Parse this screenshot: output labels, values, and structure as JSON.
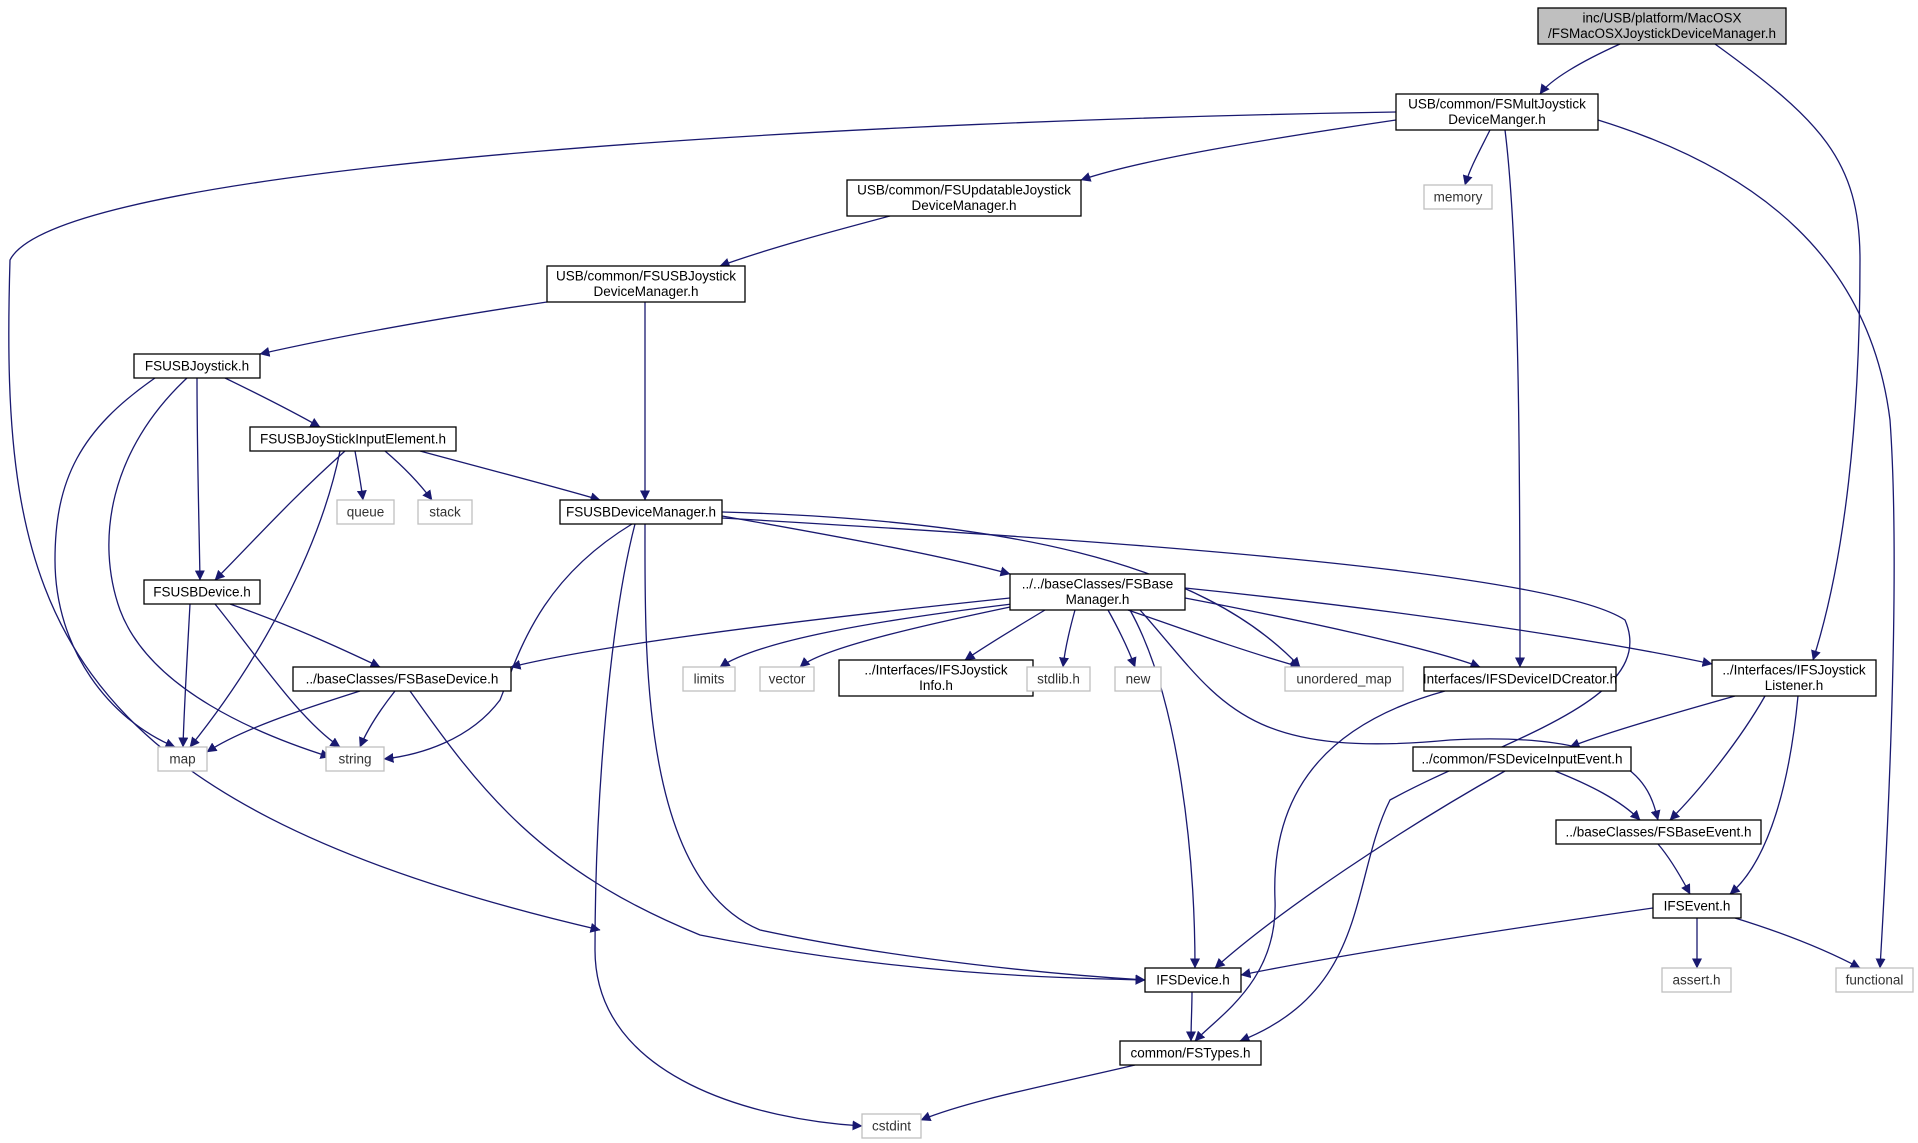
{
  "colors": {
    "edge": "#191970",
    "root_fill": "#bfbfbf",
    "node_border": "#000000",
    "external_border": "#bfbfbf",
    "background": "#ffffff"
  },
  "nodes": [
    {
      "id": "root",
      "lines": [
        "inc/USB/platform/MacOSX",
        "/FSMacOSXJoystickDeviceManager.h"
      ],
      "kind": "root"
    },
    {
      "id": "multjoy",
      "lines": [
        "USB/common/FSMultJoystick",
        "DeviceManger.h"
      ],
      "kind": "local"
    },
    {
      "id": "updatable",
      "lines": [
        "USB/common/FSUpdatableJoystick",
        "DeviceManager.h"
      ],
      "kind": "local"
    },
    {
      "id": "memory",
      "lines": [
        "memory"
      ],
      "kind": "external"
    },
    {
      "id": "usbjoymgr",
      "lines": [
        "USB/common/FSUSBJoystick",
        "DeviceManager.h"
      ],
      "kind": "local"
    },
    {
      "id": "usbjoystick",
      "lines": [
        "FSUSBJoystick.h"
      ],
      "kind": "local"
    },
    {
      "id": "inputelement",
      "lines": [
        "FSUSBJoyStickInputElement.h"
      ],
      "kind": "local"
    },
    {
      "id": "queue",
      "lines": [
        "queue"
      ],
      "kind": "external"
    },
    {
      "id": "stack",
      "lines": [
        "stack"
      ],
      "kind": "external"
    },
    {
      "id": "devicemanager",
      "lines": [
        "FSUSBDeviceManager.h"
      ],
      "kind": "local"
    },
    {
      "id": "usbdevice",
      "lines": [
        "FSUSBDevice.h"
      ],
      "kind": "local"
    },
    {
      "id": "basemanager",
      "lines": [
        "../../baseClasses/FSBase",
        "Manager.h"
      ],
      "kind": "local"
    },
    {
      "id": "basedevice",
      "lines": [
        "../baseClasses/FSBaseDevice.h"
      ],
      "kind": "local"
    },
    {
      "id": "limits",
      "lines": [
        "limits"
      ],
      "kind": "external"
    },
    {
      "id": "vector",
      "lines": [
        "vector"
      ],
      "kind": "external"
    },
    {
      "id": "joyinfo",
      "lines": [
        "../Interfaces/IFSJoystick",
        "Info.h"
      ],
      "kind": "local"
    },
    {
      "id": "stdlib",
      "lines": [
        "stdlib.h"
      ],
      "kind": "external"
    },
    {
      "id": "new",
      "lines": [
        "new"
      ],
      "kind": "external"
    },
    {
      "id": "unordered",
      "lines": [
        "unordered_map"
      ],
      "kind": "external"
    },
    {
      "id": "idcreator",
      "lines": [
        "Interfaces/IFSDeviceIDCreator.h"
      ],
      "kind": "local"
    },
    {
      "id": "joylistener",
      "lines": [
        "../Interfaces/IFSJoystick",
        "Listener.h"
      ],
      "kind": "local"
    },
    {
      "id": "map",
      "lines": [
        "map"
      ],
      "kind": "external"
    },
    {
      "id": "string",
      "lines": [
        "string"
      ],
      "kind": "external"
    },
    {
      "id": "inputevent",
      "lines": [
        "../common/FSDeviceInputEvent.h"
      ],
      "kind": "local"
    },
    {
      "id": "baseevent",
      "lines": [
        "../baseClasses/FSBaseEvent.h"
      ],
      "kind": "local"
    },
    {
      "id": "ifsevent",
      "lines": [
        "IFSEvent.h"
      ],
      "kind": "local"
    },
    {
      "id": "assert",
      "lines": [
        "assert.h"
      ],
      "kind": "external"
    },
    {
      "id": "functional",
      "lines": [
        "functional"
      ],
      "kind": "external"
    },
    {
      "id": "ifsdevice",
      "lines": [
        "IFSDevice.h"
      ],
      "kind": "local"
    },
    {
      "id": "fstypes",
      "lines": [
        "common/FSTypes.h"
      ],
      "kind": "local"
    },
    {
      "id": "cstdint",
      "lines": [
        "cstdint"
      ],
      "kind": "external"
    }
  ],
  "edges": [
    {
      "from": "root",
      "to": "multjoy"
    },
    {
      "from": "root",
      "to": "joylistener"
    },
    {
      "from": "multjoy",
      "to": "updatable"
    },
    {
      "from": "multjoy",
      "to": "memory"
    },
    {
      "from": "multjoy",
      "to": "idcreator"
    },
    {
      "from": "multjoy",
      "to": "functional"
    },
    {
      "from": "multjoy",
      "to": "fstypes"
    },
    {
      "from": "updatable",
      "to": "usbjoymgr"
    },
    {
      "from": "usbjoymgr",
      "to": "usbjoystick"
    },
    {
      "from": "usbjoymgr",
      "to": "devicemanager"
    },
    {
      "from": "usbjoystick",
      "to": "inputelement"
    },
    {
      "from": "usbjoystick",
      "to": "usbdevice"
    },
    {
      "from": "usbjoystick",
      "to": "map"
    },
    {
      "from": "usbjoystick",
      "to": "string"
    },
    {
      "from": "inputelement",
      "to": "queue"
    },
    {
      "from": "inputelement",
      "to": "stack"
    },
    {
      "from": "inputelement",
      "to": "devicemanager"
    },
    {
      "from": "inputelement",
      "to": "usbdevice"
    },
    {
      "from": "inputelement",
      "to": "map"
    },
    {
      "from": "devicemanager",
      "to": "basemanager"
    },
    {
      "from": "devicemanager",
      "to": "string"
    },
    {
      "from": "devicemanager",
      "to": "unordered"
    },
    {
      "from": "devicemanager",
      "to": "fstypes"
    },
    {
      "from": "devicemanager",
      "to": "ifsdevice"
    },
    {
      "from": "devicemanager",
      "to": "cstdint"
    },
    {
      "from": "usbdevice",
      "to": "basedevice"
    },
    {
      "from": "usbdevice",
      "to": "map"
    },
    {
      "from": "usbdevice",
      "to": "string"
    },
    {
      "from": "basemanager",
      "to": "basedevice"
    },
    {
      "from": "basemanager",
      "to": "limits"
    },
    {
      "from": "basemanager",
      "to": "vector"
    },
    {
      "from": "basemanager",
      "to": "joyinfo"
    },
    {
      "from": "basemanager",
      "to": "stdlib"
    },
    {
      "from": "basemanager",
      "to": "new"
    },
    {
      "from": "basemanager",
      "to": "unordered"
    },
    {
      "from": "basemanager",
      "to": "idcreator"
    },
    {
      "from": "basemanager",
      "to": "joylistener"
    },
    {
      "from": "basemanager",
      "to": "ifsdevice"
    },
    {
      "from": "basemanager",
      "to": "baseevent"
    },
    {
      "from": "basedevice",
      "to": "map"
    },
    {
      "from": "basedevice",
      "to": "string"
    },
    {
      "from": "basedevice",
      "to": "ifsdevice"
    },
    {
      "from": "idcreator",
      "to": "fstypes"
    },
    {
      "from": "joylistener",
      "to": "inputevent"
    },
    {
      "from": "joylistener",
      "to": "baseevent"
    },
    {
      "from": "joylistener",
      "to": "ifsevent"
    },
    {
      "from": "inputevent",
      "to": "baseevent"
    },
    {
      "from": "inputevent",
      "to": "ifsdevice"
    },
    {
      "from": "baseevent",
      "to": "ifsevent"
    },
    {
      "from": "ifsevent",
      "to": "ifsdevice"
    },
    {
      "from": "ifsevent",
      "to": "assert"
    },
    {
      "from": "ifsevent",
      "to": "functional"
    },
    {
      "from": "ifsdevice",
      "to": "fstypes"
    },
    {
      "from": "fstypes",
      "to": "cstdint"
    }
  ]
}
